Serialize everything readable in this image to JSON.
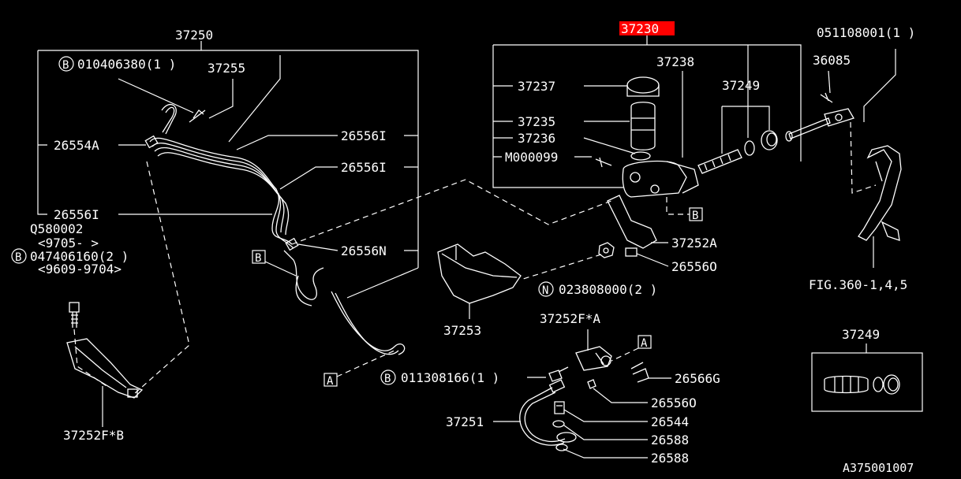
{
  "diagram_id": "A375001007",
  "colors": {
    "background": "#000000",
    "line": "#ffffff",
    "highlight": "#ff0000"
  },
  "highlighted_part": "37230",
  "labels": {
    "p37250": "37250",
    "b_010406380": "010406380(1 )",
    "p37255": "37255",
    "p26554A": "26554A",
    "p26556I_a": "26556I",
    "p26556I_b": "26556I",
    "p26556I_c": "26556I",
    "p26556N": "26556N",
    "q580002": "Q580002",
    "q_range": "<9705-   >",
    "b_047406160": "047406160(2 )",
    "b_range": "<9609-9704>",
    "p37252FB": "37252F*B",
    "p37230": "37230",
    "p37238": "37238",
    "p37237": "37237",
    "p37235": "37235",
    "p37236": "37236",
    "m000099": "M000099",
    "p37249a": "37249",
    "p051108001": "051108001(1 )",
    "p36085": "36085",
    "p37252A": "37252A",
    "p26556O_a": "26556O",
    "n_023808000": "023808000(2 )",
    "p37253": "37253",
    "p37252FA": "37252F*A",
    "b_011308166": "011308166(1 )",
    "p26566G": "26566G",
    "p26556O_b": "26556O",
    "p37251": "37251",
    "p26544": "26544",
    "p26588a": "26588",
    "p26588b": "26588",
    "fig": "FIG.360-1,4,5",
    "p37249b": "37249",
    "box_a": "A",
    "box_b": "B",
    "circ_b": "B",
    "circ_n": "N"
  }
}
